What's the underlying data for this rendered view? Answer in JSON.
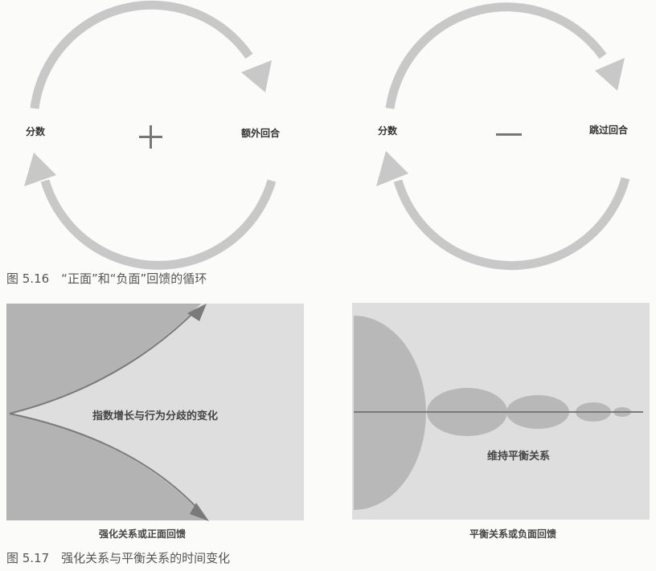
{
  "figure_5_16": {
    "caption": "图 5.16　“正面”和“负面”回馈的循环",
    "loops": [
      {
        "left_node": "分数",
        "right_node": "额外回合",
        "center_symbol": "+",
        "type": "positive"
      },
      {
        "left_node": "分数",
        "right_node": "跳过回合",
        "center_symbol": "—",
        "type": "negative"
      }
    ]
  },
  "figure_5_17": {
    "caption": "图 5.17　强化关系与平衡关系的时间变化",
    "panels": [
      {
        "inner_label": "指数增长与行为分歧的变化",
        "sub_caption": "强化关系或正面回馈"
      },
      {
        "inner_label": "维持平衡关系",
        "sub_caption": "平衡关系或负面回馈"
      }
    ]
  },
  "colors": {
    "arrow": "#c8c8c8",
    "panel_bg": "#dcdcdc",
    "panel_dark": "#b0b0b0",
    "line": "#7a7a7a",
    "text": "#444444"
  }
}
